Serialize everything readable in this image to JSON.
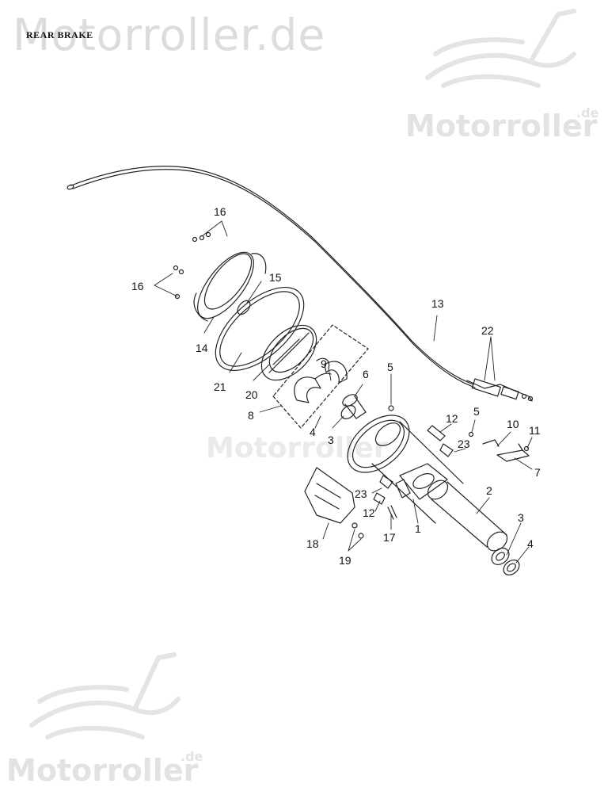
{
  "title": "REAR BRAKE",
  "watermark": {
    "main_text": "Motorroller.de",
    "logo_text": "Motorroller",
    "logo_suffix": ".de",
    "logo_icon": "scooter-outline-icon"
  },
  "callouts": {
    "c1": "1",
    "c2": "2",
    "c3a": "3",
    "c3b": "3",
    "c4a": "4",
    "c4b": "4",
    "c5a": "5",
    "c5b": "5",
    "c6": "6",
    "c7": "7",
    "c8": "8",
    "c9": "9",
    "c10": "10",
    "c11": "11",
    "c12a": "12",
    "c12b": "12",
    "c13": "13",
    "c14": "14",
    "c15": "15",
    "c16a": "16",
    "c16b": "16",
    "c17": "17",
    "c18": "18",
    "c19": "19",
    "c20": "20",
    "c21": "21",
    "c22": "22",
    "c23a": "23",
    "c23b": "23"
  },
  "colors": {
    "line": "#222222",
    "watermark": "#dcdcdc",
    "background": "#ffffff"
  }
}
